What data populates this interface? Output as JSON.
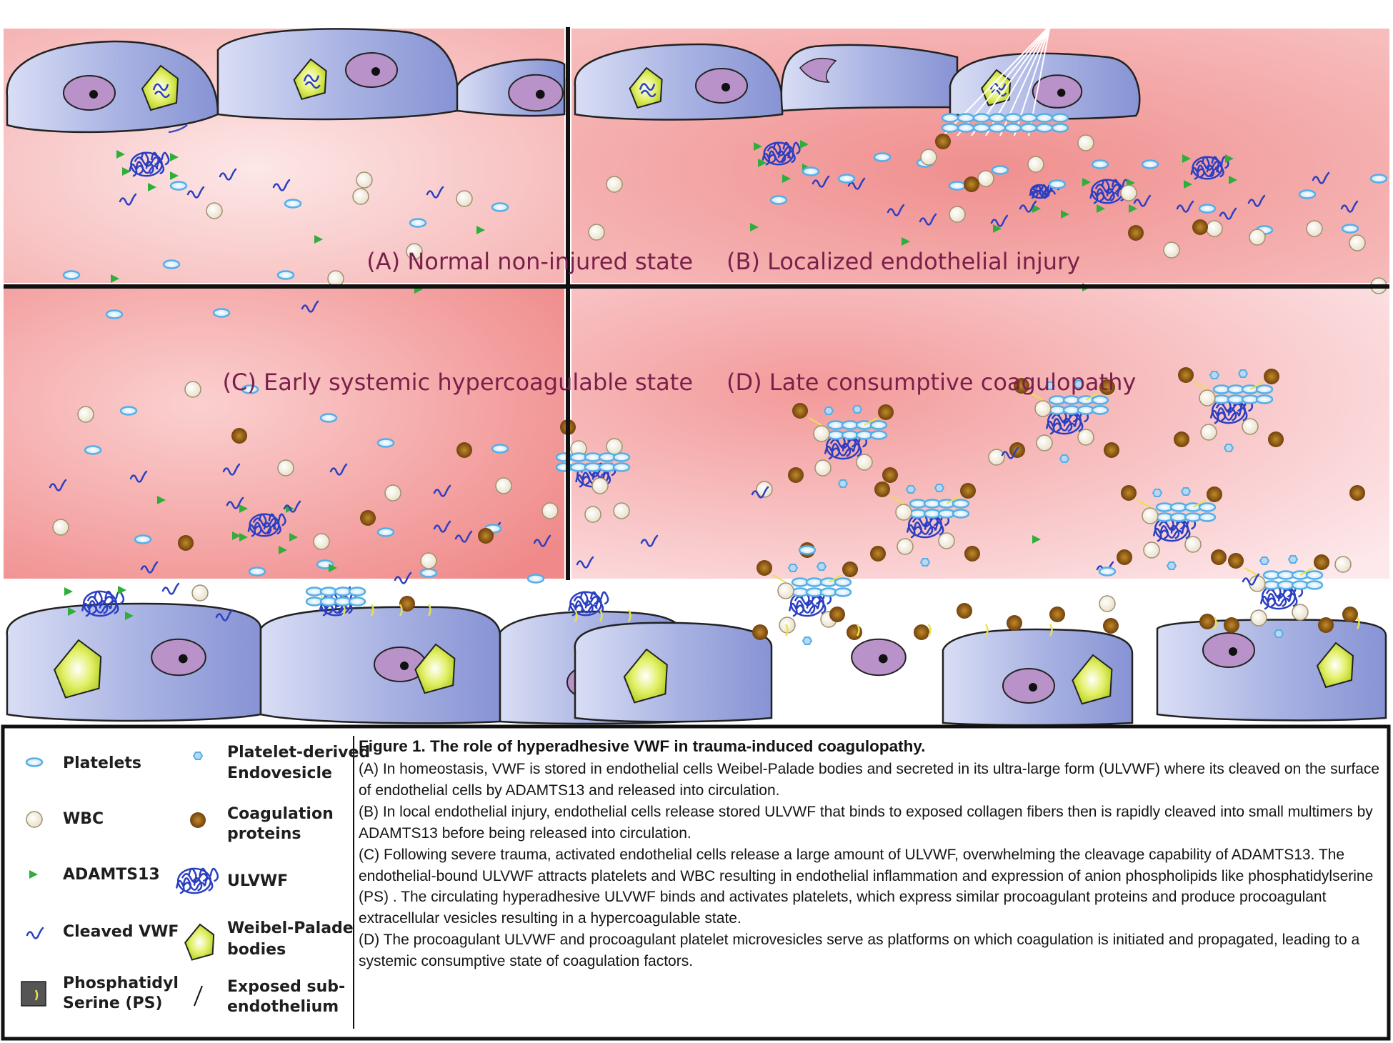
{
  "panels": [
    {
      "id": "A",
      "label": "(A) Normal non-injured state"
    },
    {
      "id": "B",
      "label": "(B) Localized endothelial injury"
    },
    {
      "id": "C",
      "label": "(C) Early systemic hypercoagulable state"
    },
    {
      "id": "D",
      "label": "(D) Late consumptive coagulopathy"
    }
  ],
  "legend": {
    "platelets": "Platelets",
    "wbc": "WBC",
    "adamts13": "ADAMTS13",
    "cleaved_vwf": "Cleaved VWF",
    "ps_line1": "Phosphatidyl",
    "ps_line2": "Serine (PS)",
    "endovesicle_line1": "Platelet-derived",
    "endovesicle_line2": "Endovesicle",
    "coag_line1": "Coagulation",
    "coag_line2": "proteins",
    "ulvwf": "ULVWF",
    "wpb_line1": "Weibel-Palade",
    "wpb_line2": "bodies",
    "exposed_line1": "Exposed sub-",
    "exposed_line2": "endothelium"
  },
  "caption": {
    "title": "Figure 1. The role of hyperadhesive VWF in trauma-induced coagulopathy.",
    "paragraphs": [
      "(A) In homeostasis, VWF is stored in endothelial cells Weibel-Palade bodies and secreted in its ultra-large form (ULVWF) where its cleaved on the surface of endothelial cells by ADAMTS13 and released into circulation.",
      "(B) In local endothelial injury, endothelial cells release stored ULVWF that binds to exposed collagen fibers then is rapidly cleaved into small multimers by ADAMTS13 before being released into circulation.",
      "(C) Following severe trauma, activated endothelial cells release a large amount of ULVWF, overwhelming the cleavage capability of ADAMTS13. The endothelial-bound ULVWF attracts platelets and WBC resulting in endothelial inflammation and expression of anion phospholipids like phosphatidylserine (PS) . The circulating hyperadhesive ULVWF binds and activates platelets, which express similar procoagulant proteins and produce procoagulant extracellular vesicles resulting in a hypercoagulable state.",
      "(D)  The procoagulant ULVWF and procoagulant platelet microvesicles serve as platforms on which coagulation is initiated and propagated, leading to a systemic consumptive state of coagulation factors."
    ]
  },
  "colors": {
    "vessel": "#f29a9a",
    "vessel_light": "#fde4e4",
    "cell_fill": "#9aa6de",
    "cell_light": "#d6dcf4",
    "nucleus": "#b892c8",
    "wpb": "#bfdc1c",
    "platelet": "#55aee6",
    "wbc": "#f3ead6",
    "adamts13": "#2fae3a",
    "vwf": "#2b3fc2",
    "coag": "#8a5a10",
    "ps": "#e8e24a",
    "label": "#7a1f4a"
  }
}
